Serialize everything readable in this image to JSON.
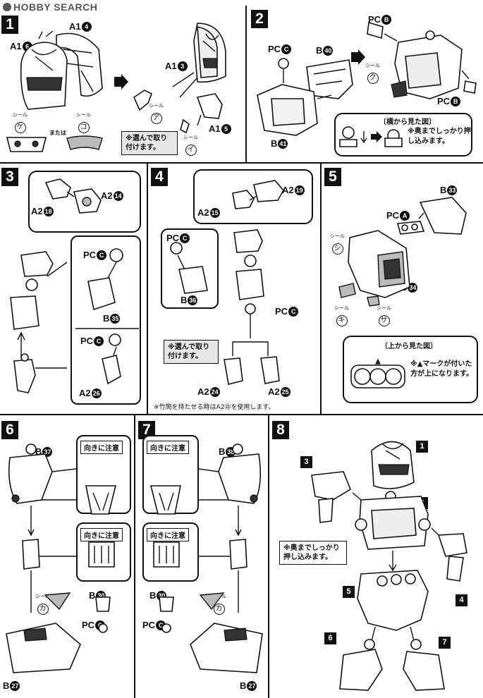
{
  "header": {
    "brand": "HOBBY SEARCH"
  },
  "step1": {
    "num": "1",
    "labels": {
      "a1_4": "A1",
      "a1_4n": "4",
      "a1_6": "A1",
      "a1_6n": "6",
      "a1_3": "A1",
      "a1_3n": "3",
      "a1_5": "A1",
      "a1_5n": "5"
    },
    "seals": [
      {
        "label": "シール",
        "char": "ケ"
      },
      {
        "label": "シール",
        "char": "コ"
      },
      {
        "label": "シール",
        "char": "ア"
      },
      {
        "label": "シール",
        "char": "イ"
      }
    ],
    "or_text": "または",
    "note": "※選んで取り付けます。"
  },
  "step2": {
    "num": "2",
    "labels": {
      "pc_c": "PC",
      "pc_cn": "C",
      "b40": "B",
      "b40n": "40",
      "b41": "B",
      "b41n": "41",
      "pc_b1": "PC",
      "pc_b1n": "B",
      "pc_b2": "PC",
      "pc_b2n": "B"
    },
    "seal": {
      "label": "シール",
      "char": "ク"
    },
    "view_title": "〔横から見た図〕",
    "view_note": "※奥までしっかり押し込みます。"
  },
  "step3": {
    "num": "3",
    "labels": {
      "a2_18": "A2",
      "a2_18n": "18",
      "a2_14": "A2",
      "a2_14n": "14",
      "pc_c1": "PC",
      "pc_c1n": "C",
      "b35": "B",
      "b35n": "35",
      "pc_c2": "PC",
      "pc_c2n": "C",
      "a2_26": "A2",
      "a2_26n": "26"
    }
  },
  "step4": {
    "num": "4",
    "labels": {
      "a2_19": "A2",
      "a2_19n": "19",
      "a2_15": "A2",
      "a2_15n": "15",
      "pc_c1": "PC",
      "pc_c1n": "C",
      "b36": "B",
      "b36n": "36",
      "pc_c2": "PC",
      "pc_c2n": "C",
      "a2_24": "A2",
      "a2_24n": "24",
      "a2_25": "A2",
      "a2_25n": "25"
    },
    "note": "※選んで取り付けます。",
    "footnote": "※竹簡を持たせる時はA2㉕を使用します。"
  },
  "step5": {
    "num": "5",
    "labels": {
      "b33": "B",
      "b33n": "33",
      "pc_a": "PC",
      "pc_an": "A",
      "b34": "B",
      "b34n": "34"
    },
    "seals": [
      {
        "label": "シール",
        "char": "シ"
      },
      {
        "label": "シール",
        "char": "キ"
      },
      {
        "label": "シール",
        "char": "サ"
      }
    ],
    "view_title": "〔上から見た図〕",
    "view_note": "※▲マークが付いた方が上になります。"
  },
  "step6": {
    "num": "6",
    "labels": {
      "b37": "B",
      "b37n": "37",
      "b30": "B",
      "b30n": "30",
      "pc_c": "PC",
      "pc_cn": "C",
      "b27": "B",
      "b27n": "27"
    },
    "caution1": "向きに注意",
    "caution2": "向きに注意",
    "seal": {
      "label": "シール",
      "char": "カ"
    }
  },
  "step7": {
    "num": "7",
    "labels": {
      "b38": "B",
      "b38n": "38",
      "b30": "B",
      "b30n": "30",
      "pc_c": "PC",
      "pc_cn": "C",
      "b27": "B",
      "b27n": "27"
    },
    "caution1": "向きに注意",
    "caution2": "向きに注意",
    "seal": {
      "label": "シール",
      "char": "カ"
    }
  },
  "step8": {
    "num": "8",
    "refs": [
      "1",
      "2",
      "3",
      "4",
      "5",
      "6",
      "7"
    ],
    "note": "※奥までしっかり押し込みます。"
  }
}
